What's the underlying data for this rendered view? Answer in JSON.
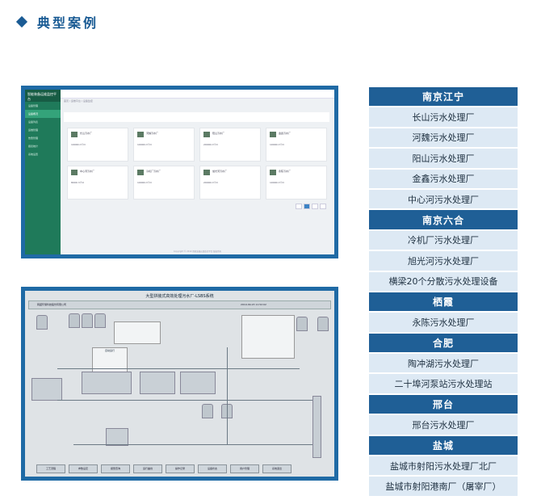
{
  "header": {
    "title": "典型案例"
  },
  "dashboard": {
    "logo": "智能装备运维监控平台",
    "menu": [
      "设备管理",
      "设备概况",
      "设备列表",
      "运维管理",
      "告警管理",
      "报表统计",
      "系统设置"
    ],
    "breadcrumb": "首页 / 运维平台 / 设备监控",
    "cards": [
      {
        "name": "长山污水厂",
        "value": "10000 m³/d"
      },
      {
        "name": "河魏污水厂",
        "value": "10000 m³/d"
      },
      {
        "name": "阳山污水厂",
        "value": "20000 m³/d"
      },
      {
        "name": "金鑫污水厂",
        "value": "10000 m³/d"
      },
      {
        "name": "中心河污水厂",
        "value": "8000 m³/d"
      },
      {
        "name": "冷机厂污水厂",
        "value": "10000 m³/d"
      },
      {
        "name": "旭光河污水厂",
        "value": "20000 m³/d"
      },
      {
        "name": "永陈污水厂",
        "value": "10000 m³/d"
      }
    ],
    "footer": "Copyright © 2019 智能装备运维监控平台 版权所有"
  },
  "scada": {
    "title": "大型拼装式高效处理污水厂-LSBS系统",
    "company": "韩盛环保科技股份有限公司",
    "datetime": "2019-09-23 11:52:02",
    "panel_title": "自动运行",
    "nav": [
      "工艺流程",
      "参数设定",
      "报警查询",
      "运行曲线",
      "操作记录",
      "设备状态",
      "用户管理",
      "系统退出"
    ]
  },
  "table": [
    {
      "type": "city",
      "label": "南京江宁"
    },
    {
      "type": "plant",
      "label": "长山污水处理厂"
    },
    {
      "type": "plant",
      "label": "河魏污水处理厂"
    },
    {
      "type": "plant",
      "label": "阳山污水处理厂"
    },
    {
      "type": "plant",
      "label": "金鑫污水处理厂"
    },
    {
      "type": "plant",
      "label": "中心河污水处理厂"
    },
    {
      "type": "city",
      "label": "南京六合"
    },
    {
      "type": "plant",
      "label": "冷机厂污水处理厂"
    },
    {
      "type": "plant",
      "label": "旭光河污水处理厂"
    },
    {
      "type": "plant",
      "label": "横梁20个分散污水处理设备"
    },
    {
      "type": "city",
      "label": "栖霞"
    },
    {
      "type": "plant",
      "label": "永陈污水处理厂"
    },
    {
      "type": "city",
      "label": "合肥"
    },
    {
      "type": "plant",
      "label": "陶冲湖污水处理厂"
    },
    {
      "type": "plant",
      "label": "二十埠河泵站污水处理站"
    },
    {
      "type": "city",
      "label": "邢台"
    },
    {
      "type": "plant",
      "label": "邢台污水处理厂"
    },
    {
      "type": "city",
      "label": "盐城"
    },
    {
      "type": "plant",
      "label": "盐城市射阳污水处理厂北厂"
    },
    {
      "type": "plant",
      "label": "盐城市射阳港南厂（屠宰厂）"
    }
  ]
}
